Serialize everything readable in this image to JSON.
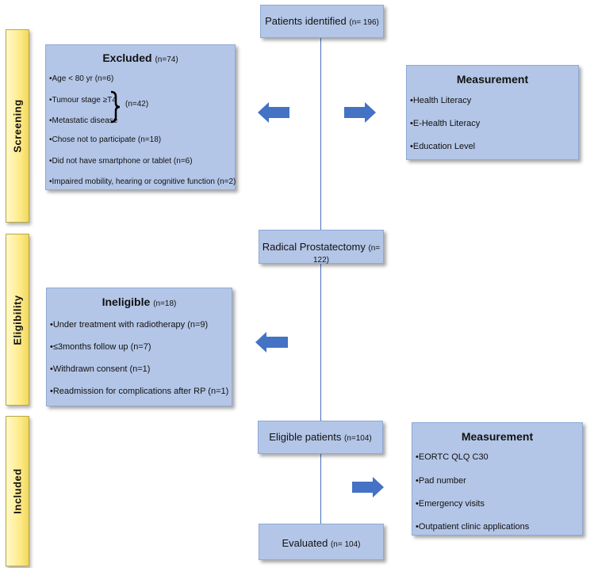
{
  "side_labels": {
    "screening": "Screening",
    "eligibility": "Eligibility",
    "included": "Included"
  },
  "patients_identified": {
    "label": "Patients identified",
    "count": "(n= 196)"
  },
  "excluded": {
    "title": "Excluded",
    "count": "(n=74)",
    "items": [
      "•Age < 80 yr (n=6)",
      "•Tumour stage ≥T4",
      "•Metastatic disease",
      "•Chose not to participate (n=18)",
      "•Did not have smartphone or tablet (n=6)",
      "•Impaired mobility, hearing or cognitive function (n=2)"
    ],
    "bracket_count": "(n=42)"
  },
  "measurement1": {
    "title": "Measurement",
    "items": [
      "•Health Literacy",
      "•E-Health Literacy",
      "•Education Level"
    ]
  },
  "radical_prostatectomy": {
    "label": "Radical Prostatectomy",
    "count": "(n= 122)"
  },
  "ineligible": {
    "title": "Ineligible",
    "count": "(n=18)",
    "items": [
      "•Under treatment with radiotherapy (n=9)",
      "•≤3months follow up (n=7)",
      "•Withdrawn consent (n=1)",
      "•Readmission for complications after RP (n=1)"
    ]
  },
  "eligible_patients": {
    "label": "Eligible patients",
    "count": "(n=104)"
  },
  "measurement2": {
    "title": "Measurement",
    "items": [
      "•EORTC QLQ C30",
      "•Pad number",
      "•Emergency visits",
      "•Outpatient clinic applications"
    ]
  },
  "evaluated": {
    "label": "Evaluated",
    "count": "(n= 104)"
  },
  "colors": {
    "box_fill": "#b4c6e7",
    "arrow": "#4472c4",
    "side_fill": "#ffeb8a"
  }
}
